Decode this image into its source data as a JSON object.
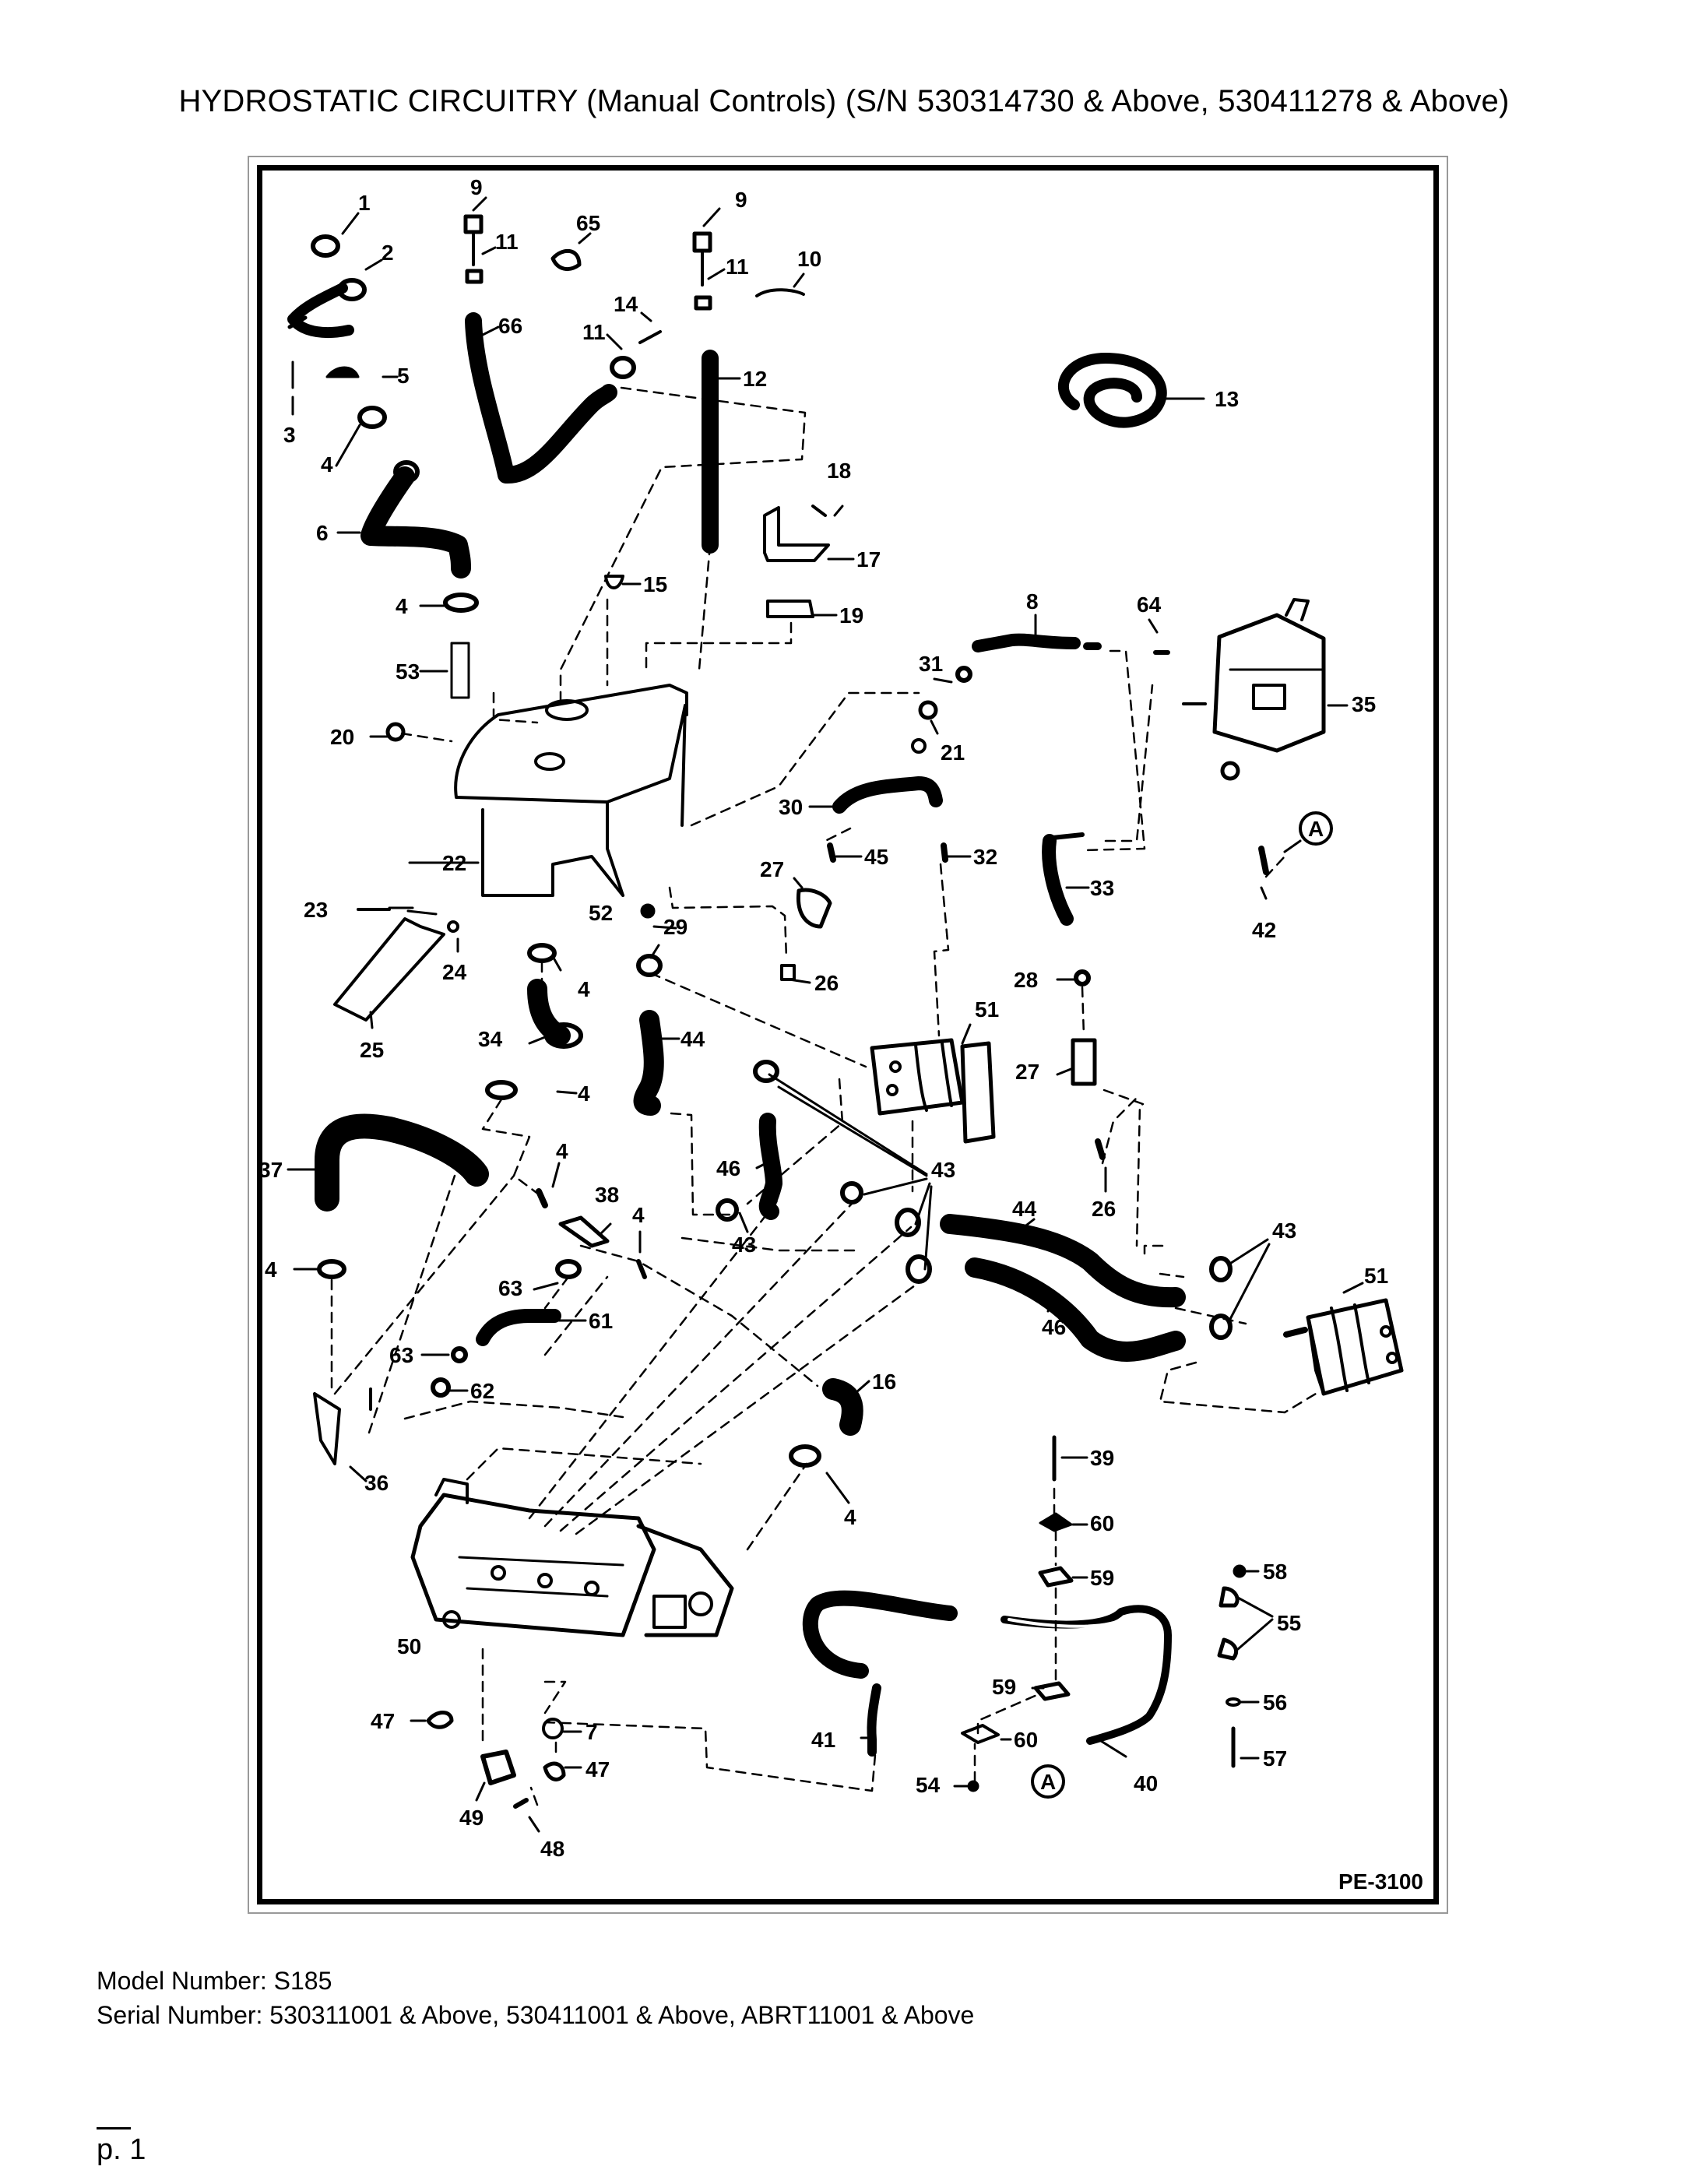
{
  "title": "HYDROSTATIC CIRCUITRY (Manual Controls) (S/N 530314730 & Above, 530411278 & Above)",
  "figure_ref": "PE-3100",
  "footer": {
    "model": "Model Number: S185",
    "serial": "Serial Number: 530311001 & Above, 530411001 & Above, ABRT11001 & Above",
    "page": "p. 1"
  },
  "callouts": {
    "c1": "1",
    "c2": "2",
    "c3": "3",
    "c4a": "4",
    "c4b": "4",
    "c4c": "4",
    "c4d": "4",
    "c4e": "4",
    "c4f": "4",
    "c4g": "4",
    "c4h": "4",
    "c5": "5",
    "c6": "6",
    "c7": "7",
    "c8": "8",
    "c9a": "9",
    "c9b": "9",
    "c10": "10",
    "c11a": "11",
    "c11b": "11",
    "c11c": "11",
    "c12": "12",
    "c13": "13",
    "c14": "14",
    "c15": "15",
    "c16": "16",
    "c17": "17",
    "c18": "18",
    "c19": "19",
    "c20": "20",
    "c21": "21",
    "c22": "22",
    "c23": "23",
    "c24": "24",
    "c25": "25",
    "c26a": "26",
    "c26b": "26",
    "c27a": "27",
    "c27b": "27",
    "c28": "28",
    "c29": "29",
    "c30": "30",
    "c31": "31",
    "c32": "32",
    "c33": "33",
    "c34": "34",
    "c35": "35",
    "c36": "36",
    "c37": "37",
    "c38": "38",
    "c39": "39",
    "c40": "40",
    "c41": "41",
    "c42": "42",
    "c43a": "43",
    "c43b": "43",
    "c43c": "43",
    "c44a": "44",
    "c44b": "44",
    "c45": "45",
    "c46a": "46",
    "c46b": "46",
    "c47a": "47",
    "c47b": "47",
    "c48": "48",
    "c49": "49",
    "c50": "50",
    "c51a": "51",
    "c51b": "51",
    "c52": "52",
    "c53": "53",
    "c54": "54",
    "c55": "55",
    "c56": "56",
    "c57": "57",
    "c58": "58",
    "c59a": "59",
    "c59b": "59",
    "c60a": "60",
    "c60b": "60",
    "c61": "61",
    "c62": "62",
    "c63a": "63",
    "c63b": "63",
    "c64": "64",
    "c65": "65",
    "c66": "66",
    "connA1": "A",
    "connA2": "A"
  }
}
